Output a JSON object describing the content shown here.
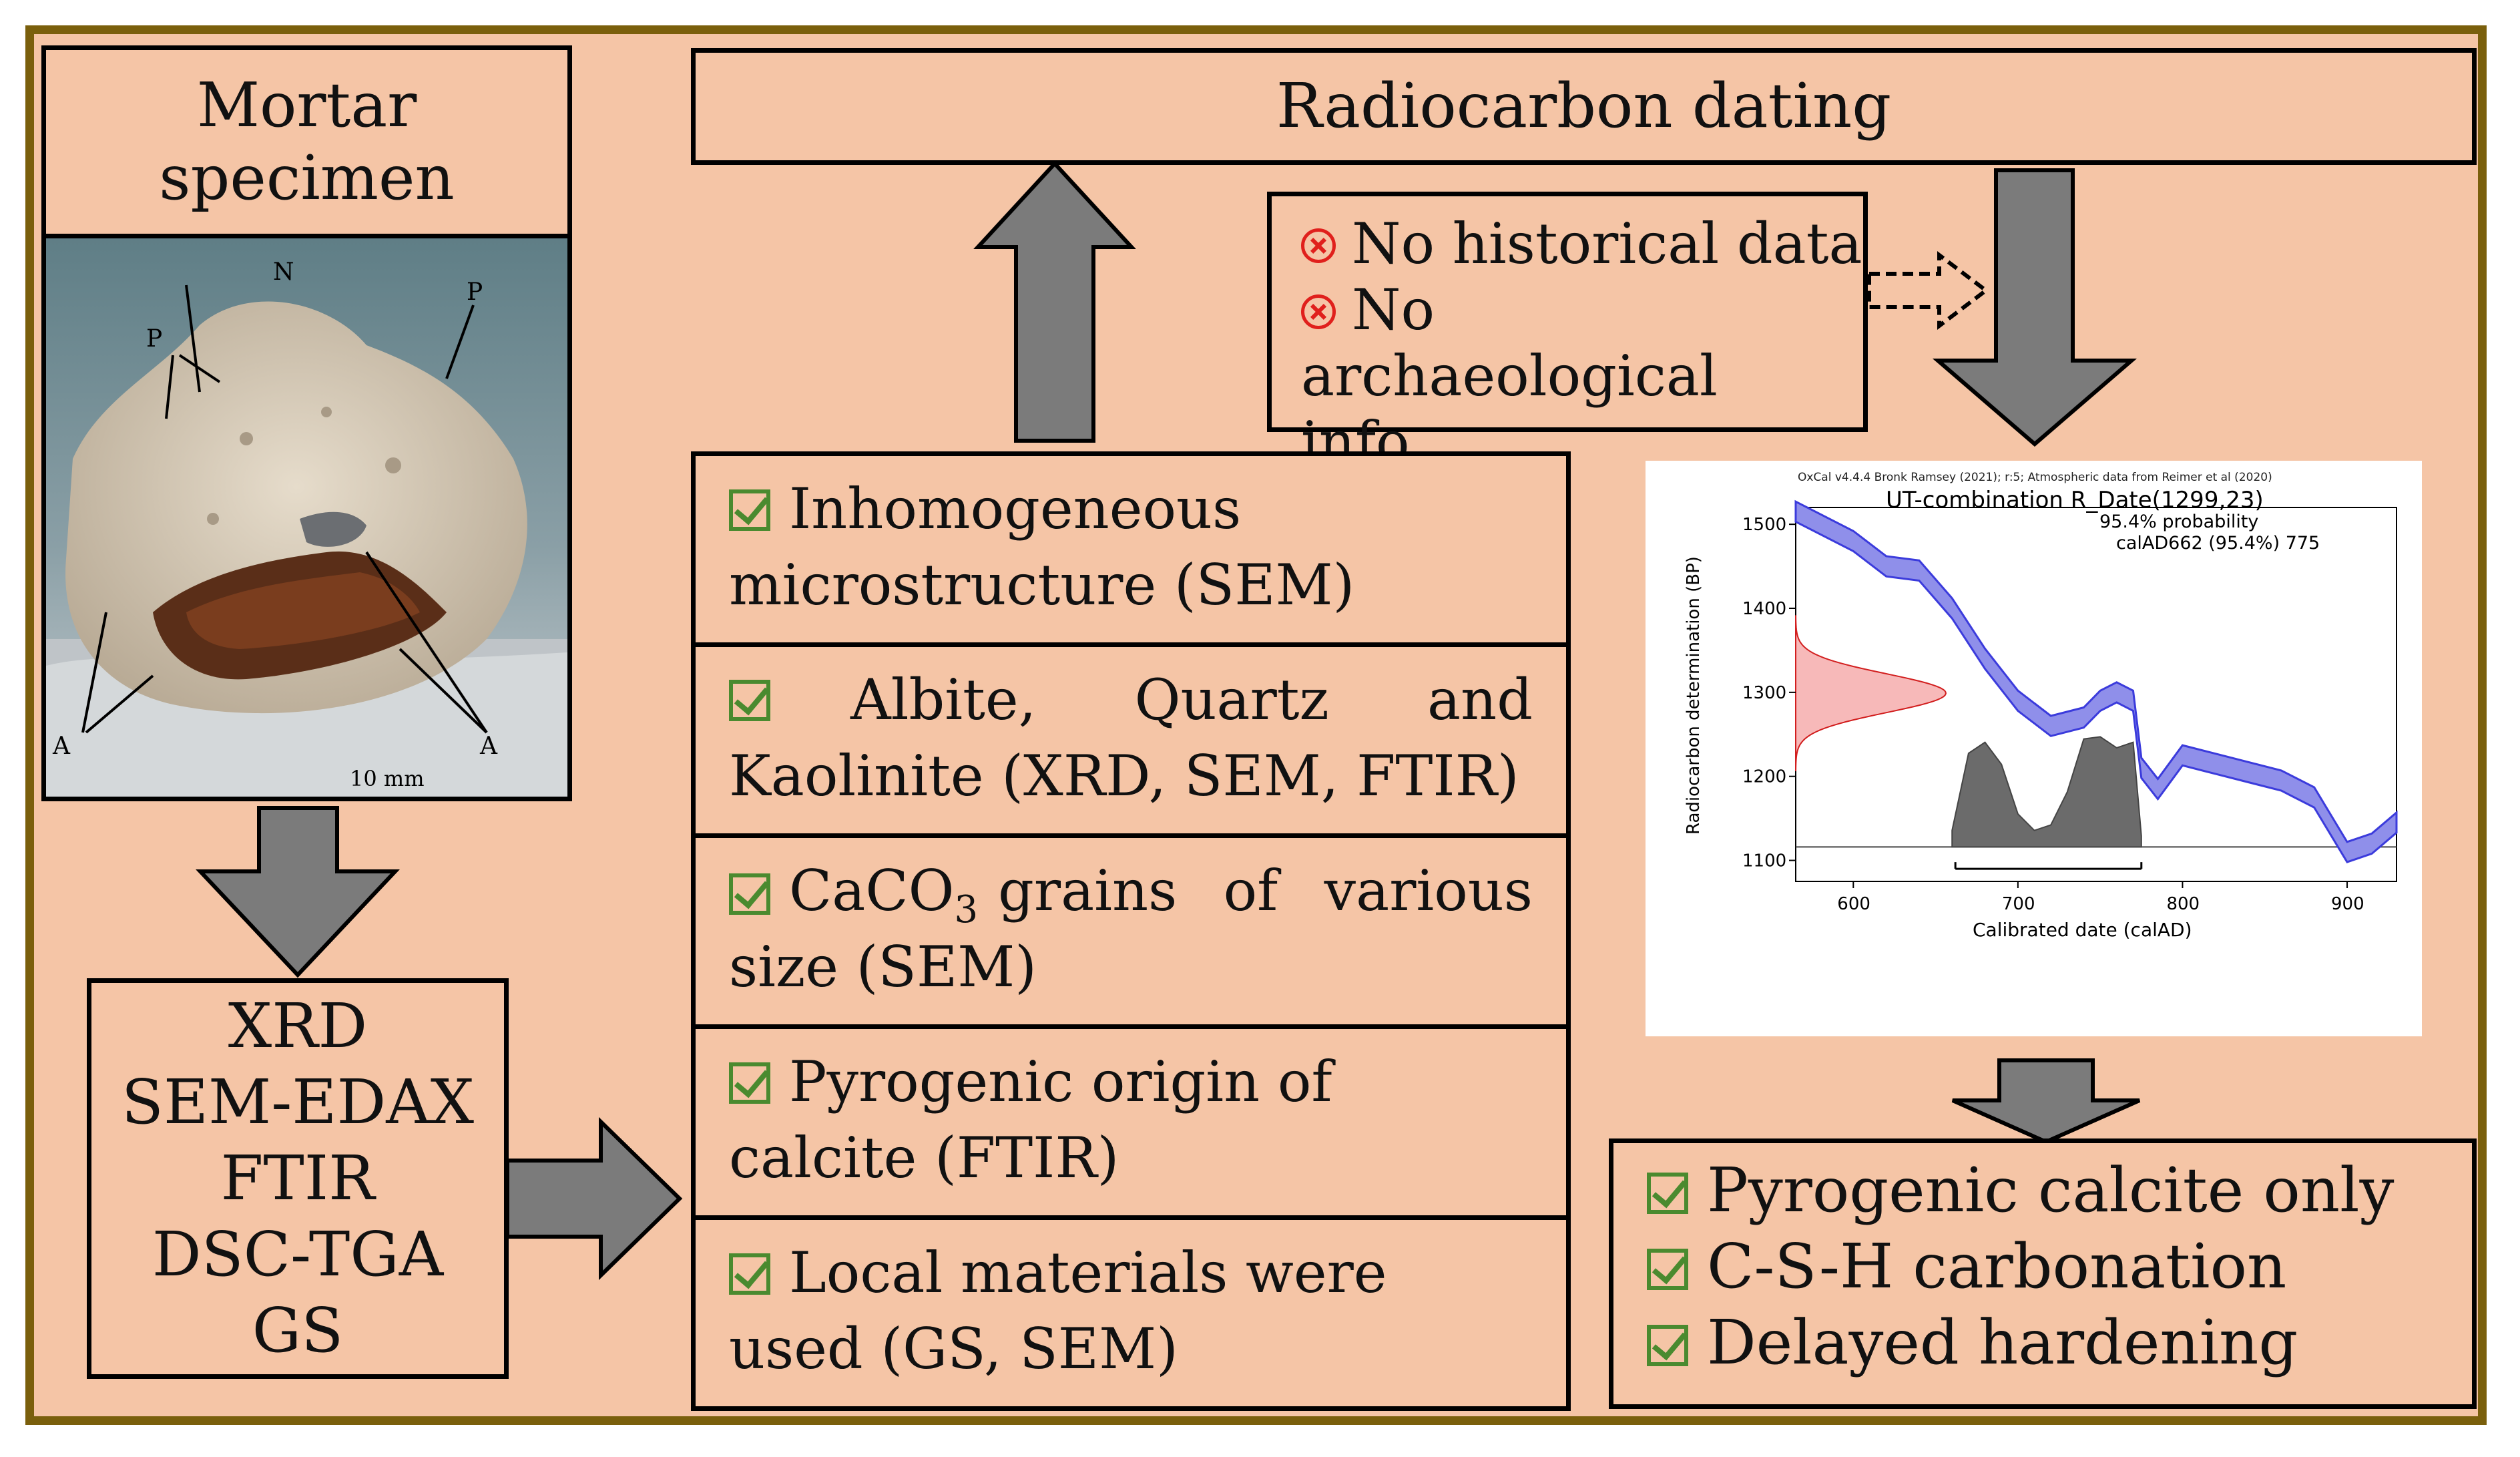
{
  "boxes": {
    "mortar_title": "Mortar specimen",
    "methods": [
      "XRD",
      "SEM-EDAX",
      "FTIR",
      "DSC-TGA",
      "GS"
    ],
    "radiocarbon_title": "Radiocarbon dating",
    "no_data": {
      "line1": "No historical data",
      "line2": "No archaeological",
      "line3": "info"
    },
    "findings": [
      {
        "line1": "Inhomogeneous",
        "line2": "microstructure (SEM)"
      },
      {
        "line1": "Albite, Quartz and",
        "line2": "Kaolinite (XRD, SEM, FTIR)"
      },
      {
        "line1_a": "CaCO",
        "line1_sub": "3",
        "line1_b": " grains of various",
        "line2": "size (SEM)"
      },
      {
        "line1": "Pyrogenic origin of",
        "line2": "calcite (FTIR)"
      },
      {
        "line1": "Local materials were",
        "line2": "used (GS, SEM)"
      }
    ],
    "conclusions": [
      "Pyrogenic calcite only",
      "C-S-H carbonation",
      "Delayed hardening"
    ]
  },
  "photo": {
    "labels": {
      "n": "N",
      "p": "P",
      "a": "A",
      "scale": "10 mm"
    }
  },
  "colors": {
    "background": "#f5c5a6",
    "frame": "#7a5f0c",
    "arrow": "#7b7b7b",
    "check": "#4a8a2f",
    "cross": "#e0201c",
    "curve": "#3b3bdc",
    "prior": "#f28a8a",
    "posterior": "#6b6b6b"
  },
  "chart_data": {
    "type": "line",
    "header": "OxCal v4.4.4 Bronk Ramsey (2021); r:5; Atmospheric data from Reimer et al (2020)",
    "title": "UT-combination R_Date(1299,23)",
    "annotation1": "95.4% probability",
    "annotation2": "calAD662 (95.4%) 775",
    "xlabel": "Calibrated date (calAD)",
    "ylabel": "Radiocarbon determination (BP)",
    "xlim": [
      565,
      930
    ],
    "ylim": [
      1075,
      1520
    ],
    "xticks": [
      "600",
      "700",
      "800",
      "900"
    ],
    "yticks": [
      "1500",
      "1400",
      "1300",
      "1200",
      "1100"
    ],
    "calibration_curve": {
      "x": [
        565,
        600,
        620,
        640,
        660,
        680,
        700,
        720,
        740,
        750,
        760,
        770,
        775,
        785,
        800,
        820,
        840,
        860,
        880,
        900,
        915,
        930
      ],
      "y": [
        1515,
        1480,
        1450,
        1445,
        1400,
        1340,
        1290,
        1260,
        1270,
        1290,
        1300,
        1290,
        1210,
        1185,
        1225,
        1215,
        1205,
        1195,
        1175,
        1110,
        1120,
        1145
      ]
    },
    "radiocarbon_date": {
      "mean": 1299,
      "sigma": 23
    },
    "posterior": {
      "x": [
        660,
        670,
        680,
        690,
        700,
        710,
        720,
        730,
        740,
        750,
        760,
        770,
        775
      ],
      "y": [
        0.15,
        0.85,
        0.95,
        0.75,
        0.3,
        0.15,
        0.2,
        0.5,
        0.98,
        1.0,
        0.9,
        0.95,
        0.1
      ]
    },
    "range_95": [
      662,
      775
    ]
  }
}
